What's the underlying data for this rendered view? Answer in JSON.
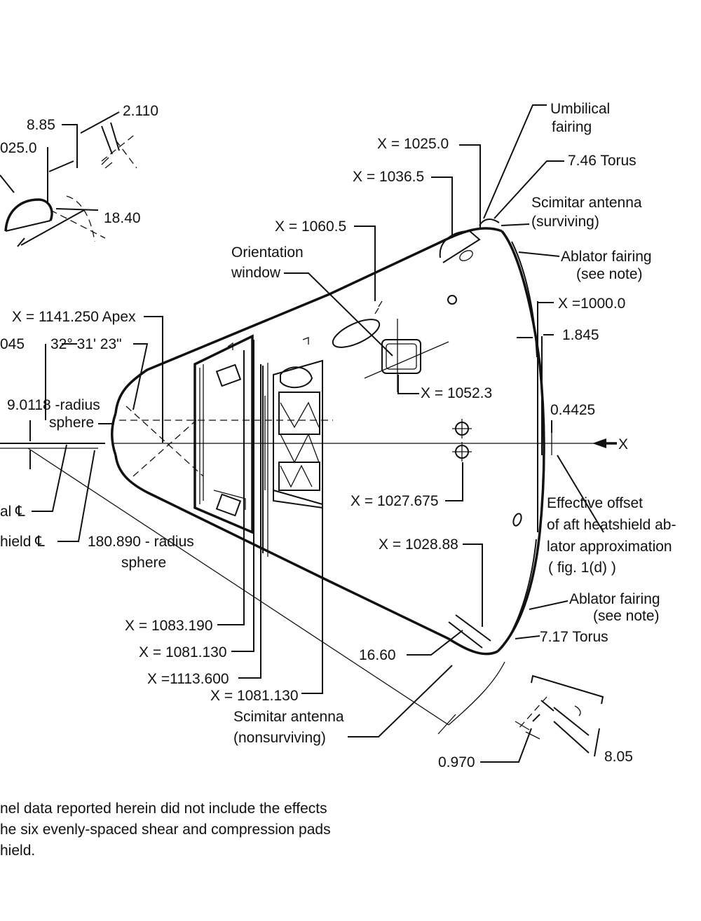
{
  "labels": {
    "umbilical_fairing_1": "Umbilical",
    "umbilical_fairing_2": "fairing",
    "x_1025_0": "X = 1025.0",
    "x_1036_5": "X = 1036.5",
    "torus_746": "7.46 Torus",
    "scimitar_surv_1": "Scimitar antenna",
    "scimitar_surv_2": "(surviving)",
    "x_1060_5": "X = 1060.5",
    "orientation_window_1": "Orientation",
    "orientation_window_2": "window",
    "ablator_top_1": "Ablator fairing",
    "ablator_top_2": "(see note)",
    "x_1141_apex": "X = 1141.250 Apex",
    "x_1000_0": "X =1000.0",
    "dim_1845": "1.845",
    "cut_045": "045",
    "angle": "32° 31' 23\"",
    "x_1052_3": "X = 1052.3",
    "sphere_9_1": "9.0118 -radius",
    "sphere_9_2": "sphere",
    "dim_04425": "0.4425",
    "axis_x": "X",
    "x_1027_675": "X = 1027.675",
    "offset_1": "Effective offset",
    "offset_2": "of aft heatshield ab-",
    "offset_3": "lator approximation",
    "offset_4": "( fig. 1(d) )",
    "cut_al_cl": "al ℄",
    "cut_hield_cl": "hield ℄",
    "sphere_180_1": "180.890 - radius",
    "sphere_180_2": "sphere",
    "x_1028_88": "X = 1028.88",
    "ablator_bot_1": "Ablator fairing",
    "ablator_bot_2": "(see note)",
    "torus_717": "7.17 Torus",
    "x_1083_190": "X = 1083.190",
    "x_1081_130_a": "X = 1081.130",
    "dim_1660": "16.60",
    "x_1113_600": "X =1113.600",
    "x_1081_130_b": "X = 1081.130",
    "scimitar_non_1": "Scimitar antenna",
    "scimitar_non_2": "(nonsurviving)",
    "dim_0970": "0.970",
    "dim_805": "8.05",
    "dim_885": "8.85",
    "dim_2110": "2.110",
    "cut_025": "025.0",
    "dim_1840": "18.40"
  },
  "note_lines": [
    "nel data reported herein did not include the effects",
    "he six evenly-spaced shear and compression pads",
    "hield."
  ]
}
